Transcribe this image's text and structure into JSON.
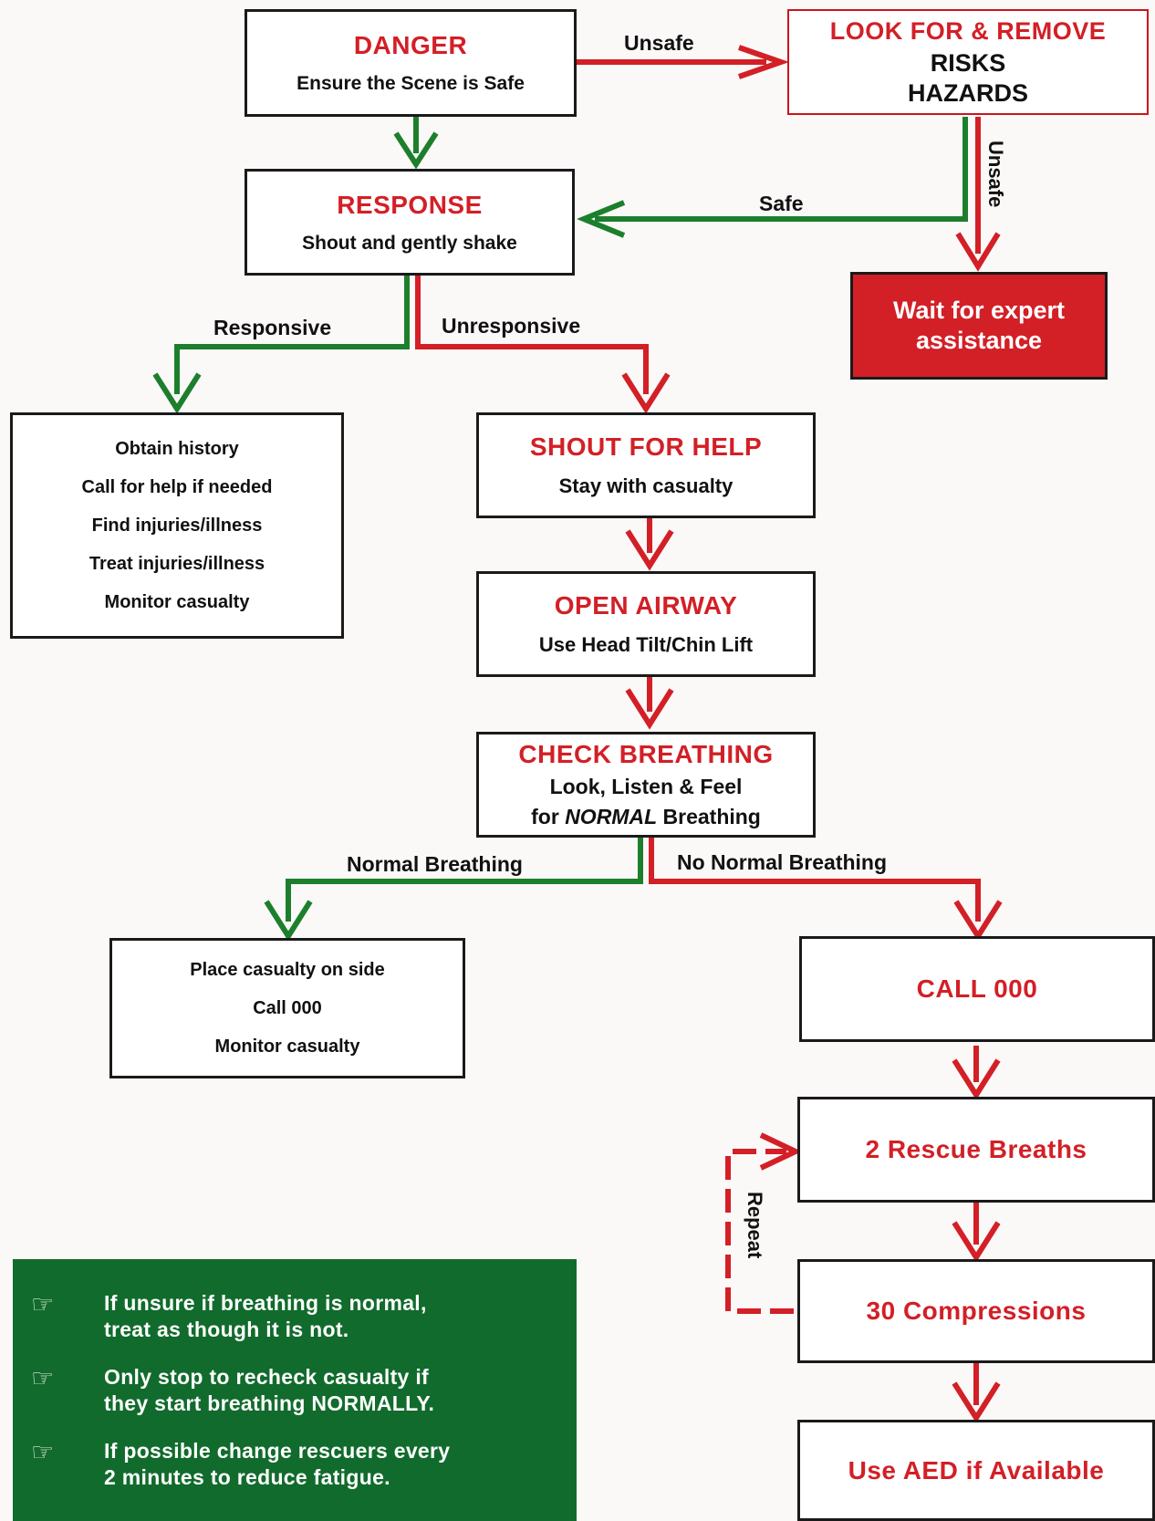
{
  "danger": {
    "title": "DANGER",
    "sub": "Ensure the Scene is Safe"
  },
  "look": {
    "line1": "LOOK FOR & REMOVE",
    "line2": "RISKS",
    "line3": "HAZARDS"
  },
  "response": {
    "title": "RESPONSE",
    "sub": "Shout and gently shake"
  },
  "wait": {
    "line1": "Wait for expert",
    "line2": "assistance"
  },
  "responsive_box": {
    "items": [
      "Obtain history",
      "Call for help if needed",
      "Find injuries/illness",
      "Treat injuries/illness",
      "Monitor casualty"
    ]
  },
  "shout": {
    "title": "SHOUT FOR HELP",
    "sub": "Stay with casualty"
  },
  "airway": {
    "title": "OPEN AIRWAY",
    "sub": "Use Head Tilt/Chin Lift"
  },
  "breathing": {
    "title": "CHECK BREATHING",
    "line1": "Look, Listen & Feel",
    "line2_pre": "for ",
    "line2_em": "NORMAL",
    "line2_post": " Breathing"
  },
  "normal_box": {
    "items": [
      "Place casualty on side",
      "Call 000",
      "Monitor casualty"
    ]
  },
  "call": {
    "title": "CALL 000"
  },
  "rescue": {
    "title": "2 Rescue Breaths"
  },
  "compressions": {
    "title": "30 Compressions"
  },
  "aed": {
    "title": "Use AED if Available"
  },
  "labels": {
    "unsafe_top": "Unsafe",
    "unsafe_side": "Unsafe",
    "safe": "Safe",
    "responsive": "Responsive",
    "unresponsive": "Unresponsive",
    "normal_breathing": "Normal Breathing",
    "no_normal_breathing": "No Normal Breathing",
    "repeat": "Repeat"
  },
  "tips": [
    {
      "icon": "pointing-hand-icon",
      "line1": "If unsure if breathing is normal,",
      "line2": "treat as though it is not."
    },
    {
      "icon": "pointing-hand-icon",
      "line1": "Only stop to recheck casualty if",
      "line2": "they start breathing NORMALLY."
    },
    {
      "icon": "pointing-hand-icon",
      "line1": "If possible change rescuers every",
      "line2": "2 minutes to reduce fatigue."
    }
  ],
  "colors": {
    "red": "#d31f26",
    "green": "#1c7f2c",
    "tips_bg": "#116b2c"
  }
}
